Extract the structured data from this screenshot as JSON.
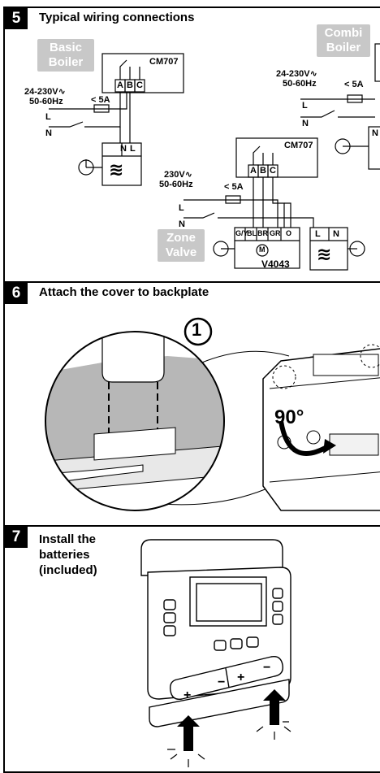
{
  "section5": {
    "number": "5",
    "title": "Typical wiring connections",
    "tags": {
      "basic": [
        "Basic",
        "Boiler"
      ],
      "combi": [
        "Combi",
        "Boiler"
      ],
      "zone": [
        "Zone",
        "Valve"
      ]
    },
    "device": "CM707",
    "terminals": [
      "A",
      "B",
      "C"
    ],
    "supply_low": [
      "24-230V∿",
      "50-60Hz"
    ],
    "supply_high": [
      "230V∿",
      "50-60Hz"
    ],
    "fuse": "< 5A",
    "L": "L",
    "N": "N",
    "valve_model": "V4043",
    "valve_terminals": [
      "G/Y",
      "BL",
      "BR",
      "GR",
      "O"
    ],
    "motor": "M",
    "boiler_terminals": [
      "L",
      "N"
    ]
  },
  "section6": {
    "number": "6",
    "title": "Attach the cover to backplate",
    "step": "1",
    "angle": "90°"
  },
  "section7": {
    "number": "7",
    "title_lines": [
      "Install the",
      "batteries",
      "(included)"
    ]
  }
}
